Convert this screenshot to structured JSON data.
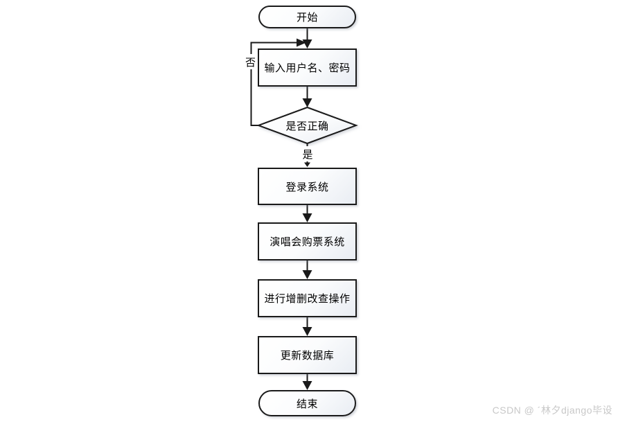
{
  "flowchart": {
    "nodes": {
      "start": {
        "label": "开始",
        "shape": "stadium"
      },
      "input": {
        "label": "输入用户名、密码",
        "shape": "rect"
      },
      "decision": {
        "label": "是否正确",
        "shape": "diamond"
      },
      "login": {
        "label": "登录系统",
        "shape": "rect"
      },
      "ticket": {
        "label": "演唱会购票系统",
        "shape": "rect"
      },
      "crud": {
        "label": "进行增删改查操作",
        "shape": "rect"
      },
      "update": {
        "label": "更新数据库",
        "shape": "rect"
      },
      "end": {
        "label": "结束",
        "shape": "stadium"
      }
    },
    "branch_labels": {
      "yes": "是",
      "no": "否"
    },
    "colors": {
      "border": "#1a1a1a",
      "fill_top": "#ffffff",
      "fill_bottom": "#e9edf3",
      "text": "#000000",
      "arrow": "#1a1a1a"
    }
  },
  "watermark": {
    "text": "CSDN @ ´林夕django毕设",
    "color": "#c8c8c8"
  }
}
